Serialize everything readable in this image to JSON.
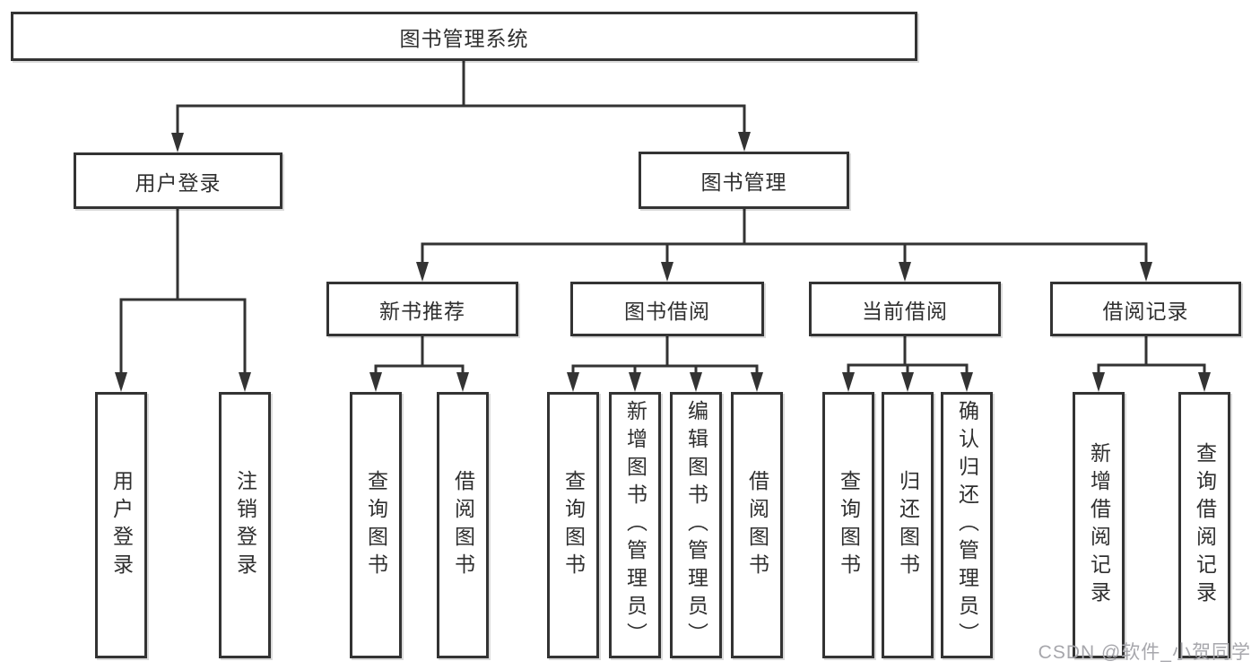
{
  "page": {
    "watermark": "CSDN @软件_小贺同学"
  },
  "colors": {
    "line": "#333333",
    "text": "#2f2f2f",
    "watermark": "#a7a7ac",
    "background": "#ffffff"
  },
  "tree": {
    "root": "图书管理系统",
    "user_login": {
      "label": "用户登录",
      "children": [
        "用户登录",
        "注销登录"
      ]
    },
    "book_mgmt": {
      "label": "图书管理",
      "sections": {
        "new_book_rec": {
          "label": "新书推荐",
          "children": [
            "查询图书",
            "借阅图书"
          ]
        },
        "book_borrow": {
          "label": "图书借阅",
          "children": [
            "查询图书",
            "新增图书（管理员）",
            "编辑图书（管理员）",
            "借阅图书"
          ]
        },
        "current_borrow": {
          "label": "当前借阅",
          "children": [
            "查询图书",
            "归还图书",
            "确认归还（管理员）"
          ]
        },
        "borrow_records": {
          "label": "借阅记录",
          "children": [
            "新增借阅记录",
            "查询借阅记录"
          ]
        }
      }
    }
  }
}
